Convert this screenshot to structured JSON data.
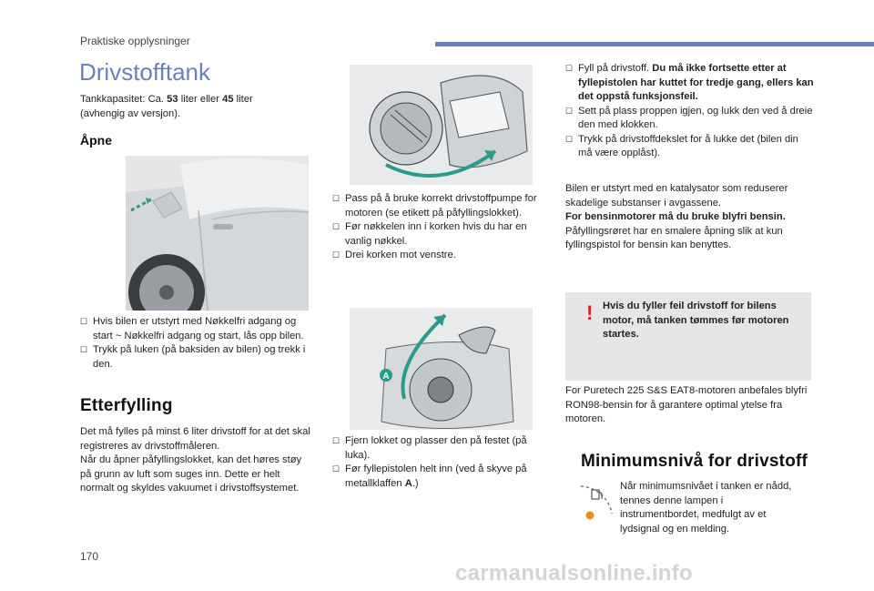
{
  "header": {
    "section": "Praktiske opplysninger"
  },
  "page_title": "Drivstofftank",
  "intro": {
    "pre": "Tankkapasitet: Ca. ",
    "val1": "53",
    "mid": " liter eller ",
    "val2": "45",
    "post": " liter",
    "line2": "(avhengig av versjon)."
  },
  "open_section": {
    "heading": "Åpne",
    "bullets": [
      "Hvis bilen er utstyrt med Nøkkelfri adgang og start ~ Nøkkelfri adgang og start, lås opp bilen.",
      "Trykk på luken (på baksiden av bilen) og trekk i den."
    ]
  },
  "refuel_section": {
    "heading": "Etterfylling",
    "text": "Det må fylles på minst 6 liter drivstoff for at det skal registreres av drivstoffmåleren.\nNår du åpner påfyllingslokket, kan det høres støy på grunn av luft som suges inn. Dette er helt normalt og skyldes vakuumet i drivstoffsystemet."
  },
  "middle": {
    "bullets1": [
      "Pass på å bruke korrekt drivstoffpumpe for motoren (se etikett på påfyllingslokket).",
      "Før nøkkelen inn i korken hvis du har en vanlig nøkkel.",
      "Drei korken mot venstre."
    ],
    "bullets2_a": "Fjern lokket og plasser den på festet (på luka).",
    "bullets2_b_pre": "Før fyllepistolen helt inn (ved å skyve på metallklaffen ",
    "bullets2_b_bold": "A",
    "bullets2_b_post": ".)",
    "illustration_label": "A"
  },
  "right": {
    "b1_pre": "Fyll på drivstoff. ",
    "b1_bold": "Du må ikke fortsette etter at fyllepistolen har kuttet for tredje gang, ellers kan det oppstå funksjonsfeil.",
    "b2": "Sett på plass proppen igjen, og lukk den ved å dreie den med klokken.",
    "b3": "Trykk på drivstoffdekslet for å lukke det (bilen din må være opplåst).",
    "cat_text": "Bilen er utstyrt med en katalysator som reduserer skadelige substanser i avgassene.",
    "cat_bold": "For bensinmotorer må du bruke blyfri bensin.",
    "cat_text2": "Påfyllingsrøret har en smalere åpning slik at kun fyllingspistol for bensin kan benyttes.",
    "warning": "Hvis du fyller feil drivstoff for bilens motor, må tanken tømmes før motoren startes.",
    "puretech": "For Puretech 225 S&S EAT8-motoren anbefales blyfri RON98-bensin for å garantere optimal ytelse fra motoren.",
    "min_heading": "Minimumsnivå for drivstoff",
    "min_text": "Når minimumsnivået i tanken er nådd, tennes denne lampen i instrumentbordet, medfulgt av et lydsignal og en melding."
  },
  "page_number": "170",
  "watermark": "carmanualsonline.info",
  "colors": {
    "accent": "#6b7fb8",
    "warning": "#dd2222",
    "illustration_arrow": "#2a9a8a",
    "gauge_dot": "#f08a1c"
  },
  "icons": {
    "bullet": "checkbox-bullet",
    "warning": "exclamation-icon",
    "fuel_gauge": "fuel-gauge-icon"
  }
}
